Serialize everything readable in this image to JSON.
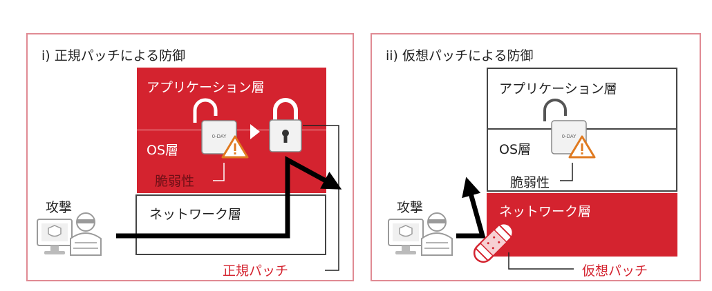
{
  "left": {
    "title": "i) 正規パッチによる防御",
    "app_layer": "アプリケーション層",
    "os_layer": "OS層",
    "vuln": "脆弱性",
    "network_layer": "ネットワーク層",
    "attack": "攻撃",
    "patch": "正規パッチ",
    "zero_day_tag": "0-DAY"
  },
  "right": {
    "title": "ii) 仮想パッチによる防御",
    "app_layer": "アプリケーション層",
    "os_layer": "OS層",
    "vuln": "脆弱性",
    "network_layer": "ネットワーク層",
    "attack": "攻撃",
    "patch": "仮想パッチ",
    "zero_day_tag": "0-DAY"
  },
  "colors": {
    "accent": "#d4232f",
    "border": "#e08a93"
  }
}
